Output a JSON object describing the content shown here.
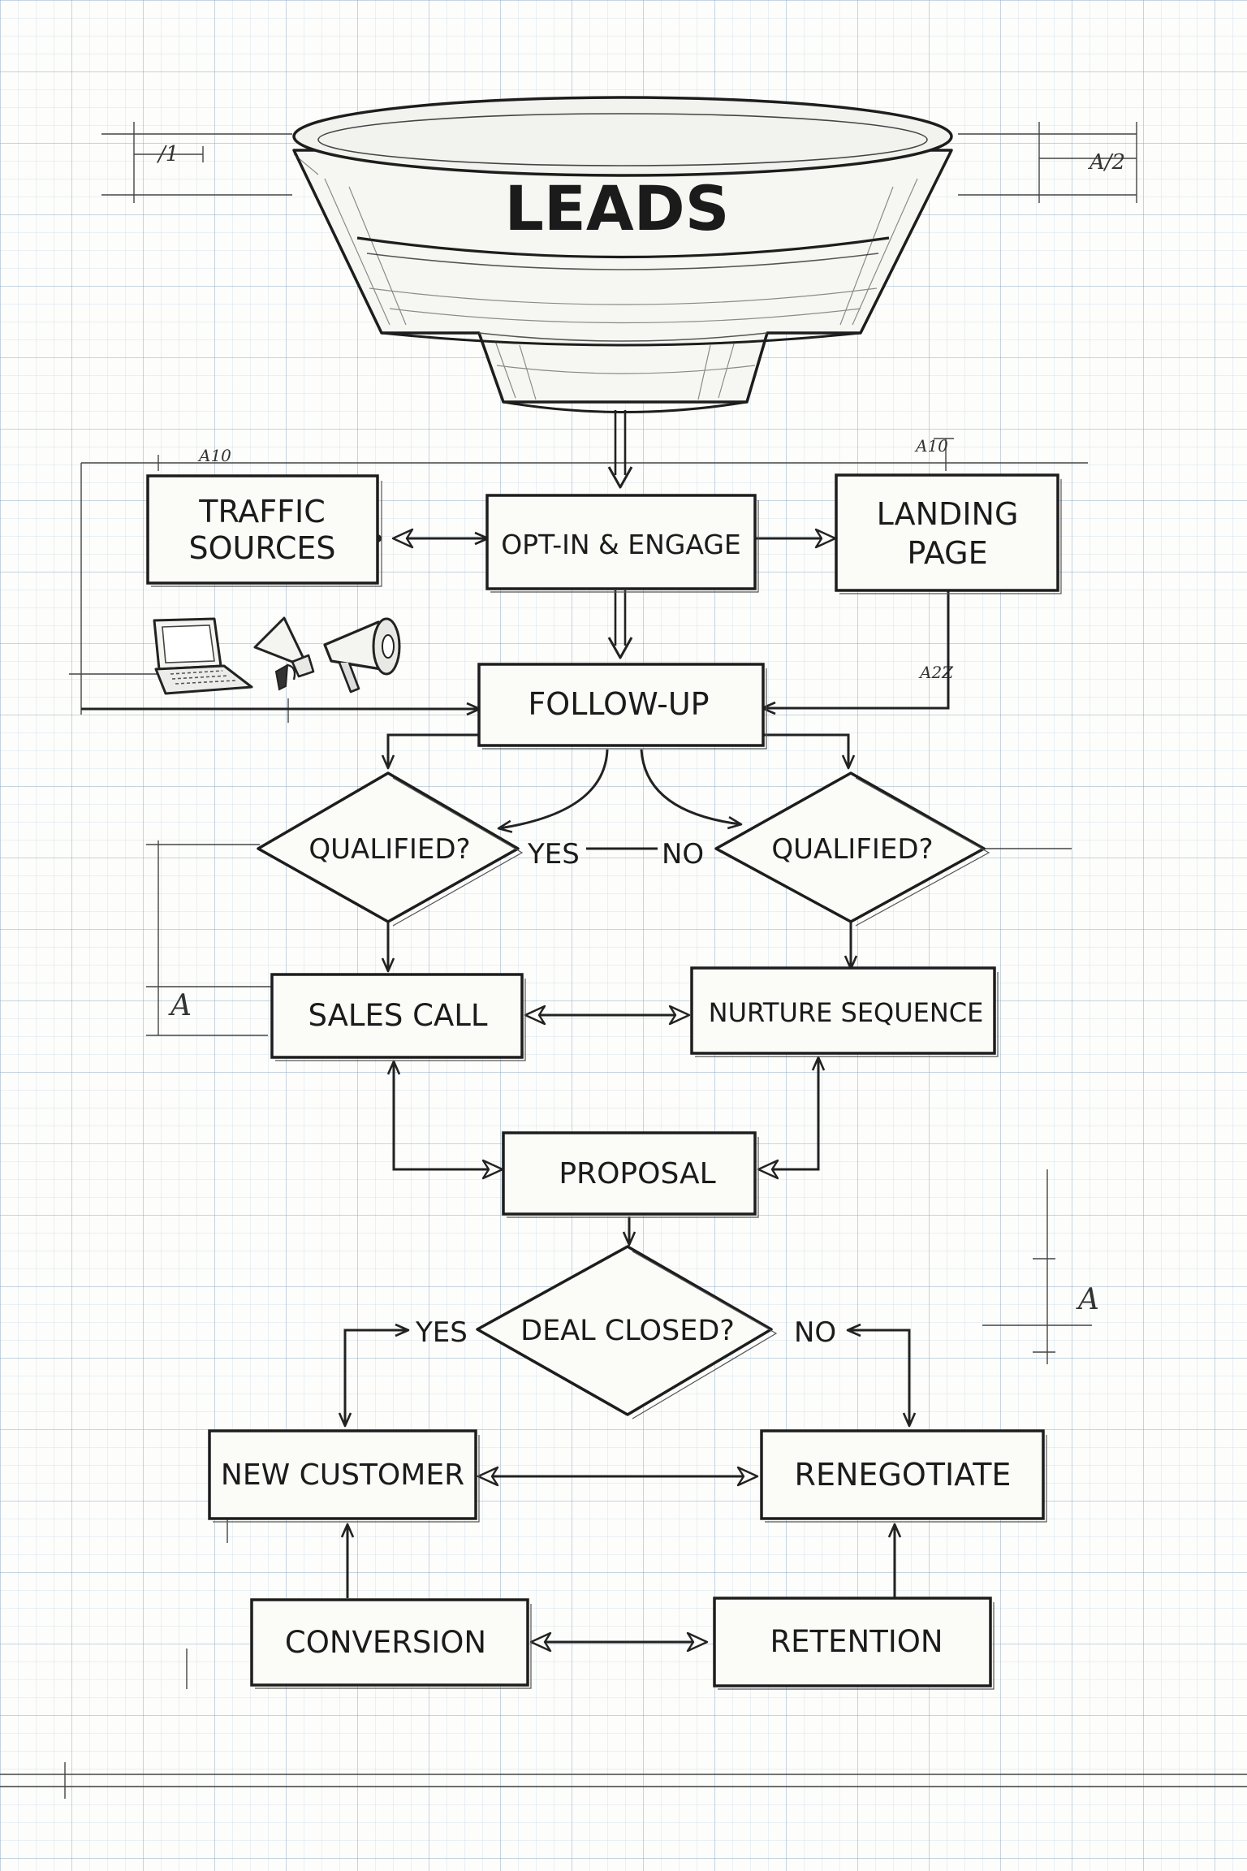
{
  "title": "LEADS",
  "nodes": {
    "traffic_sources": [
      "TRAFFIC",
      "SOURCES"
    ],
    "opt_in": "OPT-IN & ENGAGE",
    "landing_page": [
      "LANDING",
      "PAGE"
    ],
    "follow_up": "FOLLOW-UP",
    "qualified_left": "QUALIFIED?",
    "qualified_right": "QUALIFIED?",
    "sales_call": "SALES CALL",
    "nurture_sequence": "NURTURE SEQUENCE",
    "proposal": "PROPOSAL",
    "deal_closed": "DEAL CLOSED?",
    "new_customer": "NEW CUSTOMER",
    "renegotiate": "RENEGOTIATE",
    "conversion": "CONVERSION",
    "retention": "RETENTION"
  },
  "edge_labels": {
    "yes_qualified": "YES",
    "no_qualified": "NO",
    "yes_deal": "YES",
    "no_deal": "NO"
  },
  "dimension_labels": {
    "top_left": "/1",
    "top_right": "A/2",
    "a10_left": "A10",
    "a10_right": "A10",
    "a2z": "A2Z",
    "a_left": "A",
    "a_right": "A"
  },
  "icons": [
    "laptop-icon",
    "megaphone-small-icon",
    "megaphone-icon"
  ]
}
